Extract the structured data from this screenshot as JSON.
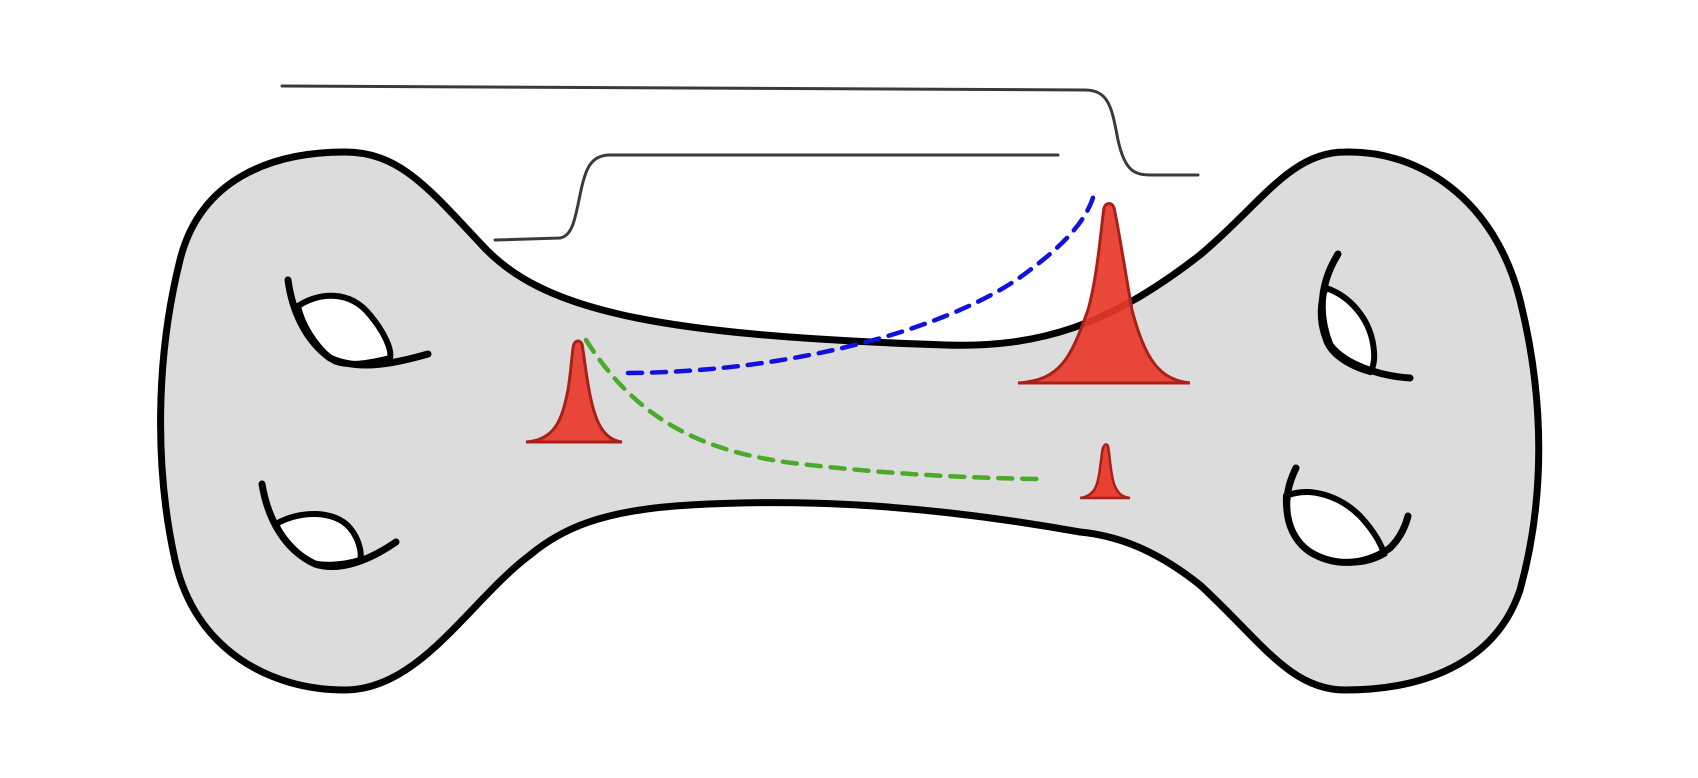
{
  "diagram": {
    "colors": {
      "background": "#ffffff",
      "surface_fill": "#dcdcdc",
      "outline": "#000000",
      "step_line": "#3a3a3a",
      "peak_fill": "#e8382a",
      "peak_edge": "#a82018",
      "blue_dash": "#1010e0",
      "green_dash": "#4aaa2a"
    },
    "elements": {
      "surface": "genus-4 surface",
      "handles": 4,
      "step_curves": 2,
      "gaussian_peaks": 3,
      "dashed_paths": 2
    }
  }
}
